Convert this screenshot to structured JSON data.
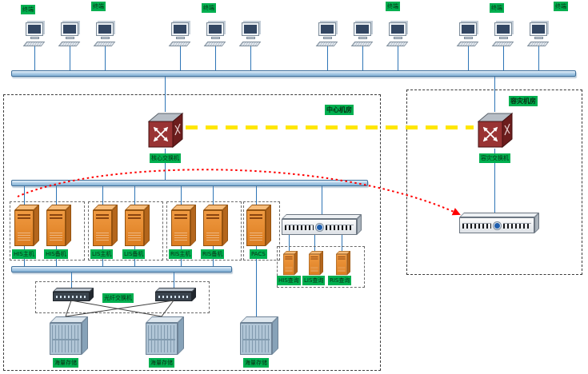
{
  "colors": {
    "label_green": "#00b050",
    "bus_blue": "#a7c9e4",
    "line_blue": "#2e75b6",
    "server_orange": "#e0812f",
    "switch_red": "#993333",
    "storage_blue": "#b0c5d6",
    "link_yellow": "#ffe600",
    "link_red": "#ff0000"
  },
  "terminals": {
    "tags": [
      "终端",
      "终端",
      "终端",
      "终端",
      "终端",
      "终端"
    ]
  },
  "zones": {
    "main_room": "中心机房",
    "dr_room": "容灾机房"
  },
  "devices": {
    "core_switch": "核心交换机",
    "dr_switch": "容灾交换机",
    "fiber_switch": "光纤交换机",
    "server_groups": [
      {
        "members": [
          "HIS主机",
          "HIS备机"
        ]
      },
      {
        "members": [
          "LIS主机",
          "LIS备机"
        ]
      },
      {
        "members": [
          "RIS主机",
          "RIS备机"
        ]
      },
      {
        "members": [
          "PACS"
        ]
      }
    ],
    "query_servers": [
      "HIS查询",
      "LIS查询",
      "RIS查询"
    ],
    "storage_labels": [
      "海量存储",
      "海量存储",
      "海量存储"
    ]
  }
}
